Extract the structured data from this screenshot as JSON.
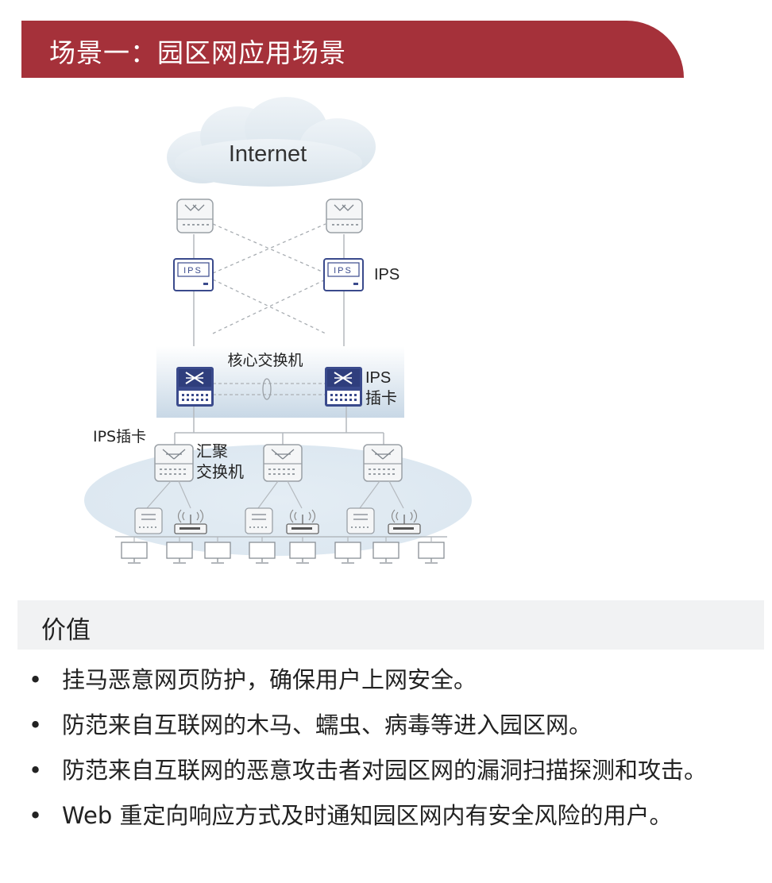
{
  "header": {
    "title": "场景一：园区网应用场景"
  },
  "diagram": {
    "cloud_label": "Internet",
    "ips_label": "IPS",
    "ips_device_text": "IPS",
    "core_label": "核心交换机",
    "core_ips_card_label_line1": "IPS",
    "core_ips_card_label_line2": "插卡",
    "agg_ips_card_label": "IPS插卡",
    "agg_label_line1": "汇聚",
    "agg_label_line2": "交换机"
  },
  "value_section": {
    "title": "价值",
    "bullets": [
      {
        "dot": "•",
        "text": "挂马恶意网页防护，确保用户上网安全。"
      },
      {
        "dot": "•",
        "text": "防范来自互联网的木马、蠕虫、病毒等进入园区网。"
      },
      {
        "dot": "•",
        "text": "防范来自互联网的恶意攻击者对园区网的漏洞扫描探测和攻击。"
      },
      {
        "dot": "•",
        "text": "Web 重定向响应方式及时通知园区网内有安全风险的用户。"
      }
    ]
  }
}
